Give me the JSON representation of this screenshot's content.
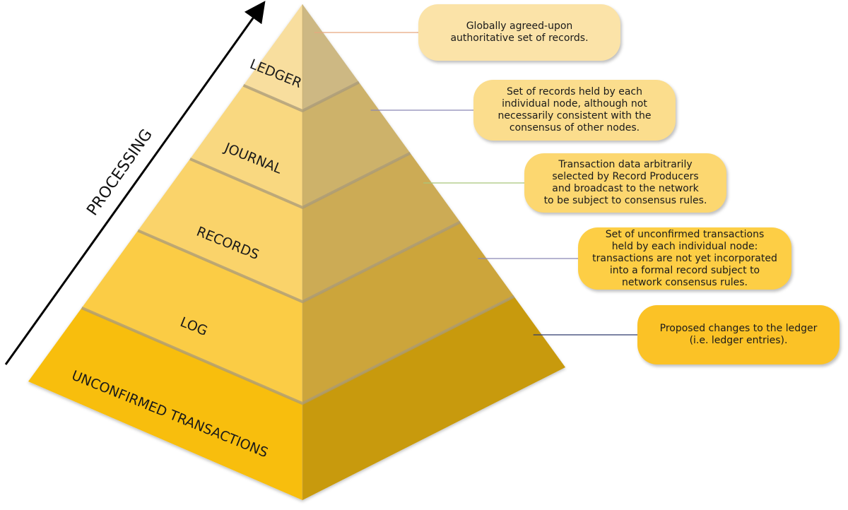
{
  "axis": {
    "label": "PROCESSING"
  },
  "layers": [
    {
      "id": "ledger",
      "label": "LEDGER",
      "description": "Globally agreed-upon\nauthoritative set of records.",
      "color_left": "#F8DE9E",
      "color_right": "#CDB883",
      "callout_color": "#FBE3A8",
      "connector_color": "#E7A77E"
    },
    {
      "id": "journal",
      "label": "JOURNAL",
      "description": "Set of records held by each\nindividual node, although not\nnecessarily consistent with the\nconsensus of other nodes.",
      "color_left": "#F9D880",
      "color_right": "#CDB26A",
      "callout_color": "#FBDD8D",
      "connector_color": "#8A86B4"
    },
    {
      "id": "records",
      "label": "RECORDS",
      "description": "Transaction data arbitrarily\nselected by Record Producers\nand broadcast to the network\nto be subject to consensus rules.",
      "color_left": "#FAD36A",
      "color_right": "#CCAB55",
      "callout_color": "#FCD770",
      "connector_color": "#A8C57A"
    },
    {
      "id": "log",
      "label": "LOG",
      "description": "Set of unconfirmed transactions\nheld by each individual node:\ntransactions are not yet incorporated\ninto a formal record subject to\nnetwork consensus rules.",
      "color_left": "#FBCC45",
      "color_right": "#CCA53A",
      "callout_color": "#FDCE45",
      "connector_color": "#8A86B4"
    },
    {
      "id": "unconfirmed",
      "label": "UNCONFIRMED TRANSACTIONS",
      "description": "Proposed changes to the ledger\n(i.e. ledger entries).",
      "color_left": "#F8BE0F",
      "color_right": "#C89A0A",
      "callout_color": "#FBC226",
      "connector_color": "#2E3A6E"
    }
  ]
}
